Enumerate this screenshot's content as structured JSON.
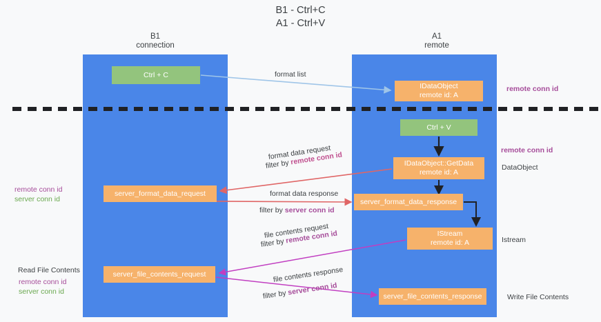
{
  "title": "B1 - Ctrl+C\nA1 - Ctrl+V",
  "columns": {
    "b1": {
      "name": "B1",
      "role": "connection"
    },
    "a1": {
      "name": "A1",
      "role": "remote"
    }
  },
  "colors": {
    "lane": "#4a86e8",
    "green_node": "#93c47d",
    "orange_node": "#f6b26b",
    "purple_text": "#a64d9a",
    "green_text": "#6aa84f",
    "pink_text": "#c0508f",
    "separator": "#202124",
    "arrow_blue": "#9fc5e8",
    "arrow_red": "#e06666",
    "arrow_magenta": "#c13ec1",
    "arrow_black": "#202124",
    "background": "#f8f9fa"
  },
  "nodes": {
    "ctrl_c": {
      "label": "Ctrl + C"
    },
    "idataobject": {
      "label": "IDataObject",
      "sub": "remote id: A"
    },
    "ctrl_v": {
      "label": "Ctrl + V"
    },
    "getdata": {
      "label": "IDataObject::GetData",
      "sub": "remote id: A"
    },
    "server_format_data_request": {
      "label": "server_format_data_request"
    },
    "server_format_data_response": {
      "label": "server_format_data_response"
    },
    "istream": {
      "label": "IStream",
      "sub": "remote id: A"
    },
    "server_file_contents_request": {
      "label": "server_file_contents_request"
    },
    "server_file_contents_response": {
      "label": "server_file_contents_response"
    }
  },
  "edges": {
    "format_list": {
      "label": "format list"
    },
    "format_data_request": {
      "label": "format data request",
      "filter_prefix": "filter by ",
      "filter_key": "remote conn id"
    },
    "format_data_response": {
      "label": "format data response",
      "filter_prefix": "filter by ",
      "filter_key": "server conn id"
    },
    "file_contents_request": {
      "label": "file contents request",
      "filter_prefix": "filter by ",
      "filter_key": "remote conn id"
    },
    "file_contents_response": {
      "label": "file contents response",
      "filter_prefix": "filter by ",
      "filter_key": "server conn id"
    }
  },
  "side_labels": {
    "remote_conn_id_top": "remote conn id",
    "remote_conn_id_mid": "remote conn id",
    "dataobject": "DataObject",
    "istream": "Istream",
    "write_file_contents": "Write File Contents",
    "left_remote_conn_id": "remote conn id",
    "left_server_conn_id": "server conn id",
    "read_file_contents": "Read File Contents",
    "left_remote_conn_id_2": "remote conn id",
    "left_server_conn_id_2": "server conn id"
  }
}
